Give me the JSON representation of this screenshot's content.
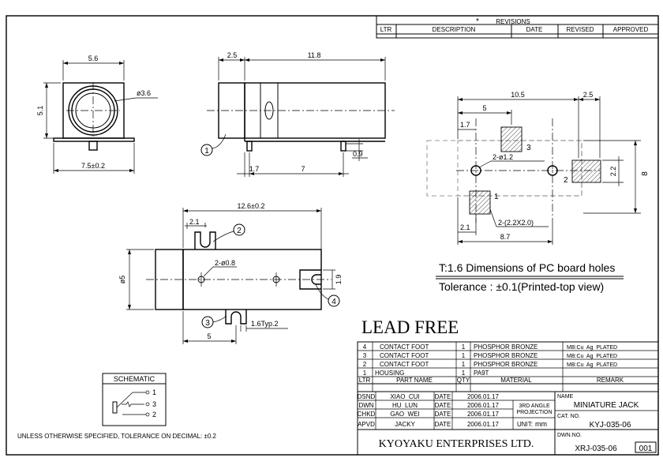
{
  "revisions": {
    "star": "*",
    "title": "REVISIONS",
    "headers": [
      "LTR",
      "DESCRIPTION",
      "DATE",
      "REVISED",
      "APPROVED"
    ]
  },
  "front_view": {
    "dim_width": "5.6",
    "dim_height": "5.1",
    "dim_hole": "ø3.6",
    "dim_base": "7.5±0.2"
  },
  "side_view": {
    "dim_front": "2.5",
    "dim_length": "11.8",
    "dim_1_7": "1.7",
    "dim_7": "7",
    "dim_0_9": "0.9",
    "balloon": "1"
  },
  "bottom_view": {
    "dim_length": "12.6±0.2",
    "dim_2_1": "2.1",
    "dim_holes": "2-ø0.8",
    "dim_5_left": "ø5",
    "dim_1_9": "1.9",
    "dim_5_bottom": "5",
    "dim_typ": "1.6Typ.2",
    "balloons": [
      "2",
      "3",
      "4"
    ]
  },
  "pcb_layout": {
    "dim_10_5": "10.5",
    "dim_2_5": "2.5",
    "dim_5": "5",
    "dim_1_7": "1.7",
    "dim_holes": "2-ø1.2",
    "dim_2_1": "2.1",
    "dim_8_7": "8.7",
    "dim_pads": "2-(2.2X2.0)",
    "dim_8": "8",
    "dim_2_2": "2.2",
    "pad_labels": [
      "3",
      "2",
      "1"
    ]
  },
  "notes": {
    "pcb_line1": "T:1.6 Dimensions of PC board holes",
    "pcb_line2": "Tolerance : ±0.1(Printed-top view)",
    "lead_free": "LEAD FREE",
    "schematic_title": "SCHEMATIC",
    "schematic_pins": [
      "1",
      "3",
      "2"
    ],
    "tolerance": "UNLESS OTHERWISE SPECIFIED, TOLERANCE ON DECIMAL: ±0.2"
  },
  "bom": {
    "rows": [
      {
        "ltr": "4",
        "part": "CONTACT FOOT",
        "qty": "1",
        "material": "PHOSPHOR BRONZE",
        "remark": "MB:Cu  Ag  PLATED"
      },
      {
        "ltr": "3",
        "part": "CONTACT FOOT",
        "qty": "1",
        "material": "PHOSPHOR BRONZE",
        "remark": "MB:Cu  Ag  PLATED"
      },
      {
        "ltr": "2",
        "part": "CONTACT FOOT",
        "qty": "1",
        "material": "PHOSPHOR BRONZE",
        "remark": "MB:Cu  Ag  PLATED"
      },
      {
        "ltr": "1",
        "part": "HOUSING",
        "qty": "1",
        "material": "PA9T",
        "remark": ""
      }
    ],
    "headers": {
      "ltr": "LTR",
      "part": "PART NAME",
      "qty": "QTY",
      "material": "MATERIAL",
      "remark": "REMARK"
    }
  },
  "title_block": {
    "roles": [
      "DSND",
      "DWN",
      "CHKD",
      "APVD"
    ],
    "names": [
      "XIAO  CUI",
      "HU  LUN",
      "GAO  WEI",
      "JACKY"
    ],
    "date_label": "DATE",
    "dates": [
      "2006.01.17",
      "2006.01.17",
      "2006.01.17",
      "2006.01.17"
    ],
    "projection": [
      "3RD ANGLE",
      "PROJECTION"
    ],
    "unit_label": "UNIT:",
    "unit": "mm",
    "name_label": "NAME",
    "name": "MINIATURE JACK",
    "cat_label": "CAT. NO.",
    "cat_no": "KYJ-035-06",
    "company": "KYOYAKU ENTERPRISES LTD.",
    "dwn_label": "DWN.NO.",
    "dwn_no": "XRJ-035-06",
    "sheet": "001"
  }
}
